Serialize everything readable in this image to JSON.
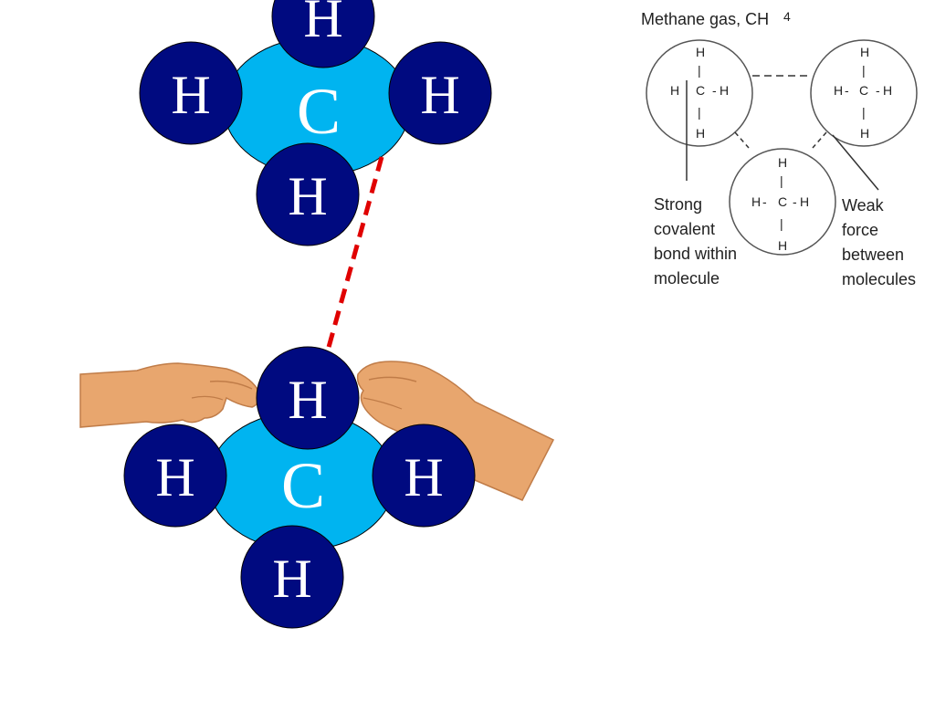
{
  "colors": {
    "carbon": "#00b4f0",
    "hydrogen": "#000a80",
    "attraction_line": "#e00000",
    "skin": "#e8a66e",
    "diagram_stroke": "#555555"
  },
  "molecule_top": {
    "carbon": "C",
    "h_top": "H",
    "h_left": "H",
    "h_right": "H",
    "h_bottom": "H"
  },
  "molecule_bottom": {
    "carbon": "C",
    "h_top": "H",
    "h_left": "H",
    "h_right": "H",
    "h_bottom": "H"
  },
  "diagram": {
    "title": "Methane gas, CH",
    "title_sub": "4",
    "label_h": "H",
    "label_c": "C",
    "label_bond_dash": "-",
    "label_bond_bar": "|",
    "strong_label": [
      "Strong",
      "covalent",
      "bond within",
      "molecule"
    ],
    "weak_label": [
      "Weak",
      "force",
      "between",
      "molecules"
    ]
  }
}
